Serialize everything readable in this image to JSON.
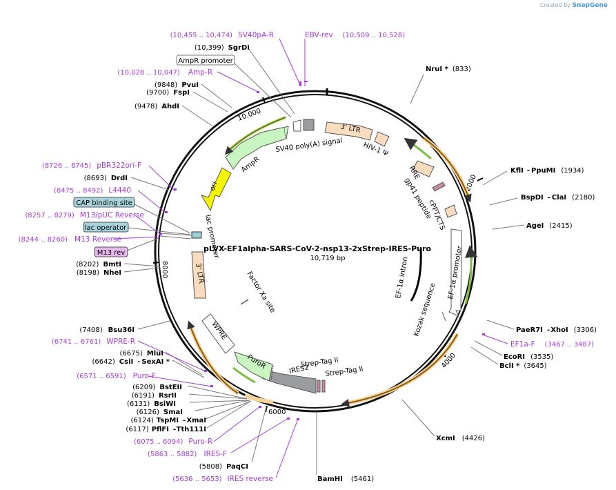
{
  "credit": {
    "prefix": "Created by",
    "brand": "SnapGene"
  },
  "plasmid": {
    "name": "pLVX-EF1alpha-SARS-CoV-2-nsp13-2xStrep-IRES-Puro",
    "size": "10,719 bp"
  },
  "ticks": {
    "t2000": "2000",
    "t4000": "4000",
    "t6000": "6000",
    "t8000": "8000",
    "t10000": "10,000"
  },
  "enzymes": {
    "nrui": {
      "name": "NruI *",
      "pos": "(833)"
    },
    "kfli": {
      "name": "KflI",
      "sep": "-",
      "name2": "PpuMI",
      "pos": "(1934)"
    },
    "bspdi": {
      "name": "BspDI",
      "sep": "-",
      "name2": "ClaI",
      "pos": "(2180)"
    },
    "agei": {
      "name": "AgeI",
      "pos": "(2415)"
    },
    "paer7i": {
      "name": "PaeR7I",
      "sep": "-",
      "name2": "XhoI",
      "pos": "(3306)"
    },
    "ecori": {
      "name": "EcoRI",
      "pos": "(3535)"
    },
    "bcli": {
      "name": "BclI *",
      "pos": "(3645)"
    },
    "xcmi": {
      "name": "XcmI",
      "pos": "(4426)"
    },
    "bamhi": {
      "name": "BamHI",
      "pos": "(5461)"
    },
    "paqci": {
      "name": "PaqCI",
      "pos": "(5808)"
    },
    "pflfi": {
      "name": "PflFI",
      "sep": "-",
      "name2": "Tth111I",
      "pos": "(6117)"
    },
    "tspmi": {
      "name": "TspMI",
      "sep": "-",
      "name2": "XmaI",
      "pos": "(6124)"
    },
    "smai": {
      "name": "SmaI",
      "pos": "(6126)"
    },
    "bsiwi": {
      "name": "BsiWI",
      "pos": "(6131)"
    },
    "rsrii": {
      "name": "RsrII",
      "pos": "(6191)"
    },
    "bsteii": {
      "name": "BstEII",
      "pos": "(6209)"
    },
    "csii": {
      "name": "CsiI",
      "sep": "-",
      "name2": "SexAI *",
      "pos": "(6642)"
    },
    "mlui": {
      "name": "MluI",
      "pos": "(6675)"
    },
    "bsu36i": {
      "name": "Bsu36I",
      "pos": "(7408)"
    },
    "nhei": {
      "name": "NheI",
      "pos": "(8198)"
    },
    "bmti": {
      "name": "BmtI",
      "pos": "(8202)"
    },
    "drdi": {
      "name": "DrdI",
      "pos": "(8693)"
    },
    "ahdi": {
      "name": "AhdI",
      "pos": "(9478)"
    },
    "fspi": {
      "name": "FspI",
      "pos": "(9700)"
    },
    "pvui": {
      "name": "PvuI",
      "pos": "(9848)"
    },
    "sgrdi": {
      "name": "SgrDI",
      "pos": "(10,399)"
    }
  },
  "primers": {
    "sv40pa": {
      "range": "(10,455 .. 10,474)",
      "name": "SV40pA-R"
    },
    "ebv": {
      "name": "EBV-rev",
      "range": "(10,509 .. 10,528)"
    },
    "ampr": {
      "range": "(10,028 .. 10,047)",
      "name": "Amp-R"
    },
    "pbr": {
      "range": "(8726 .. 8745)",
      "name": "pBR322ori-F"
    },
    "l4440": {
      "range": "(8475 .. 8492)",
      "name": "L4440"
    },
    "m13puc": {
      "range": "(8257 .. 8279)",
      "name": "M13/pUC Reverse"
    },
    "m13rev": {
      "range": "(8244 .. 8260)",
      "name": "M13 Reverse"
    },
    "wpre": {
      "range": "(6741 .. 6761)",
      "name": "WPRE-R"
    },
    "purof": {
      "range": "(6571 .. 6591)",
      "name": "Puro-F"
    },
    "puror": {
      "range": "(6075 .. 6094)",
      "name": "Puro-R"
    },
    "iresf": {
      "range": "(5863 .. 5882)",
      "name": "IRES-F"
    },
    "iresrev": {
      "range": "(5636 .. 5653)",
      "name": "IRES reverse"
    },
    "ef1af": {
      "name": "EF1a-F",
      "range": "(3467 .. 3487)"
    }
  },
  "boxed": {
    "ampr_promoter": "AmpR promoter",
    "cap": "CAP binding site",
    "lacop": "lac operator",
    "m13rev": "M13 rev"
  },
  "features": {
    "ltr3_top": "3' LTR",
    "hiv": "HIV-1 Ψ",
    "sv40": "SV40 poly(A) signal",
    "ampr": "AmpR",
    "ori": "ori",
    "rre": "RRE",
    "gp41": "gp41 peptide",
    "cppt": "cPPT/CTS",
    "ef1a_promoter": "EF-1α promoter",
    "ef1a_intron": "EF-1α intron",
    "kozak": "Kozak sequence",
    "lac_promoter": "lac promoter",
    "ltr3_left": "3' LTR",
    "factorxa": "Factor Xa site",
    "wpre": "WPRE",
    "puror": "PuroR",
    "ires2": "IRES2",
    "strep1": "Strep-Tag II",
    "strep2": "Strep-Tag II"
  },
  "colors": {
    "orf_orange": "#f0a030",
    "promoter_green": "#7cc03c",
    "ori_yellow": "#f5f500",
    "ampr_fill": "#c8f5c0",
    "ltr_fill": "#fbdcbe",
    "primer_purple": "#a63ad8",
    "box_blue": "#a8d4dc",
    "box_pink": "#e6b8ec"
  }
}
